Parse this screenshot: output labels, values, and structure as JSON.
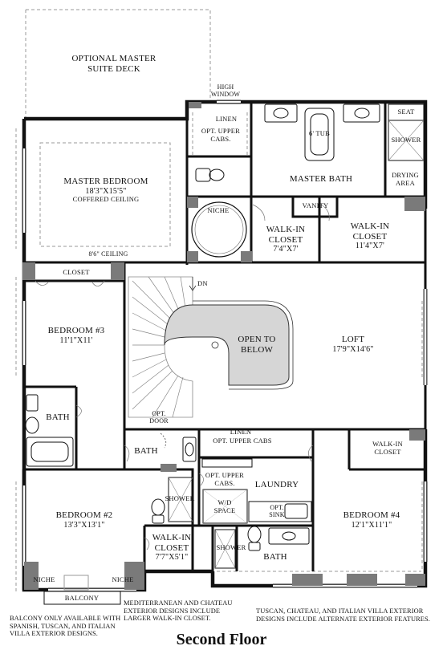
{
  "title": "Second Floor",
  "rooms": {
    "deck": {
      "line1": "OPTIONAL MASTER",
      "line2": "SUITE DECK"
    },
    "high_window": {
      "line1": "HIGH",
      "line2": "WINDOW"
    },
    "linen_top": "LINEN",
    "opt_upper_cabs_top": {
      "line1": "OPT. UPPER",
      "line2": "CABS."
    },
    "tub": "6' TUB",
    "seat": "SEAT",
    "shower_master": "SHOWER",
    "drying": {
      "line1": "DRYING",
      "line2": "AREA"
    },
    "master_bedroom": {
      "name": "MASTER BEDROOM",
      "dims": "18'3\"X15'5\"",
      "note": "COFFERED CEILING"
    },
    "master_bath": "MASTER BATH",
    "vanity": "VANITY",
    "niche_master": "NICHE",
    "walkin1": {
      "line1": "WALK-IN",
      "line2": "CLOSET",
      "dims": "7'4\"X7'"
    },
    "walkin2": {
      "line1": "WALK-IN",
      "line2": "CLOSET",
      "dims": "11'4\"X7'"
    },
    "ceiling": "8'6\" CEILING",
    "closet_b3": "CLOSET",
    "dn": "DN",
    "bedroom3": {
      "name": "BEDROOM #3",
      "dims": "11'1\"X11'"
    },
    "open_below": {
      "line1": "OPEN TO",
      "line2": "BELOW"
    },
    "loft": {
      "name": "LOFT",
      "dims": "17'9\"X14'6\""
    },
    "bath_left": "BATH",
    "opt_door": {
      "line1": "OPT.",
      "line2": "DOOR"
    },
    "linen_mid": "LINEN",
    "opt_upper_cabs_mid": "OPT. UPPER CABS",
    "bath_mid": "BATH",
    "walkin_closet_small": {
      "line1": "WALK-IN",
      "line2": "CLOSET"
    },
    "opt_upper_cabs_laundry": {
      "line1": "OPT. UPPER",
      "line2": "CABS."
    },
    "laundry": "LAUNDRY",
    "wd_space": {
      "line1": "W/D",
      "line2": "SPACE"
    },
    "opt_sink": {
      "line1": "OPT.",
      "line2": "SINK"
    },
    "shower_b2": "SHOWER",
    "bedroom2": {
      "name": "BEDROOM #2",
      "dims": "13'3\"X13'1\""
    },
    "bedroom4": {
      "name": "BEDROOM #4",
      "dims": "12'1\"X11'1\""
    },
    "walkin3": {
      "line1": "WALK-IN",
      "line2": "CLOSET",
      "dims": "7'7\"X5'1\""
    },
    "shower_b4": "SHOWER",
    "bath_b4": "BATH",
    "niche_left": "NICHE",
    "niche_right": "NICHE",
    "balcony": "BALCONY"
  },
  "notes": {
    "balcony_note": [
      "BALCONY ONLY AVAILABLE WITH",
      "SPANISH, TUSCAN, AND ITALIAN",
      "VILLA EXTERIOR DESIGNS."
    ],
    "closet_note": [
      "MEDITERRANEAN AND CHATEAU",
      "EXTERIOR DESIGNS INCLUDE",
      "LARGER WALK-IN CLOSET."
    ],
    "villa_note": [
      "TUSCAN, CHATEAU, AND ITALIAN VILLA EXTERIOR",
      "DESIGNS INCLUDE ALTERNATE EXTERIOR FEATURES."
    ]
  },
  "colors": {
    "wall": "#111111",
    "stair_fill": "#d9d9d9",
    "column": "#7a7a7a",
    "dash": "#9a9a9a"
  }
}
